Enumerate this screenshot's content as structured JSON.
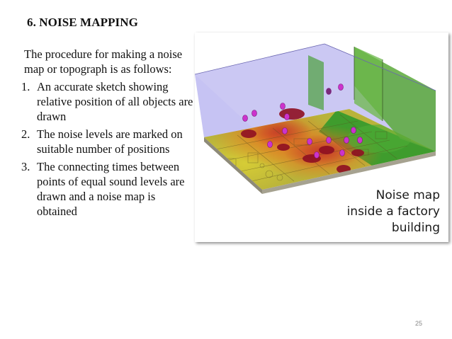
{
  "slide": {
    "title": "6. NOISE MAPPING",
    "intro": "The procedure for making a noise map or topograph is as follows:",
    "steps": [
      {
        "num": "1.",
        "text": "An accurate sketch showing relative position of all objects are drawn"
      },
      {
        "num": "2.",
        "text": "The noise levels are marked on suitable number of positions"
      },
      {
        "num": "3.",
        "text": "The connecting times between points of equal sound levels are drawn and a noise map is obtained"
      }
    ],
    "page_number": "25"
  },
  "figure": {
    "caption_lines": [
      "Noise map",
      "inside a factory",
      "building"
    ],
    "colors": {
      "wall": "#b7b3ee",
      "green_zone": "#3c9a2a",
      "yellow_zone": "#c9c22a",
      "orange_zone": "#e0781e",
      "red_zone": "#c43020",
      "hotspot": "#8f0f22",
      "marker": "#cc33cc"
    }
  }
}
